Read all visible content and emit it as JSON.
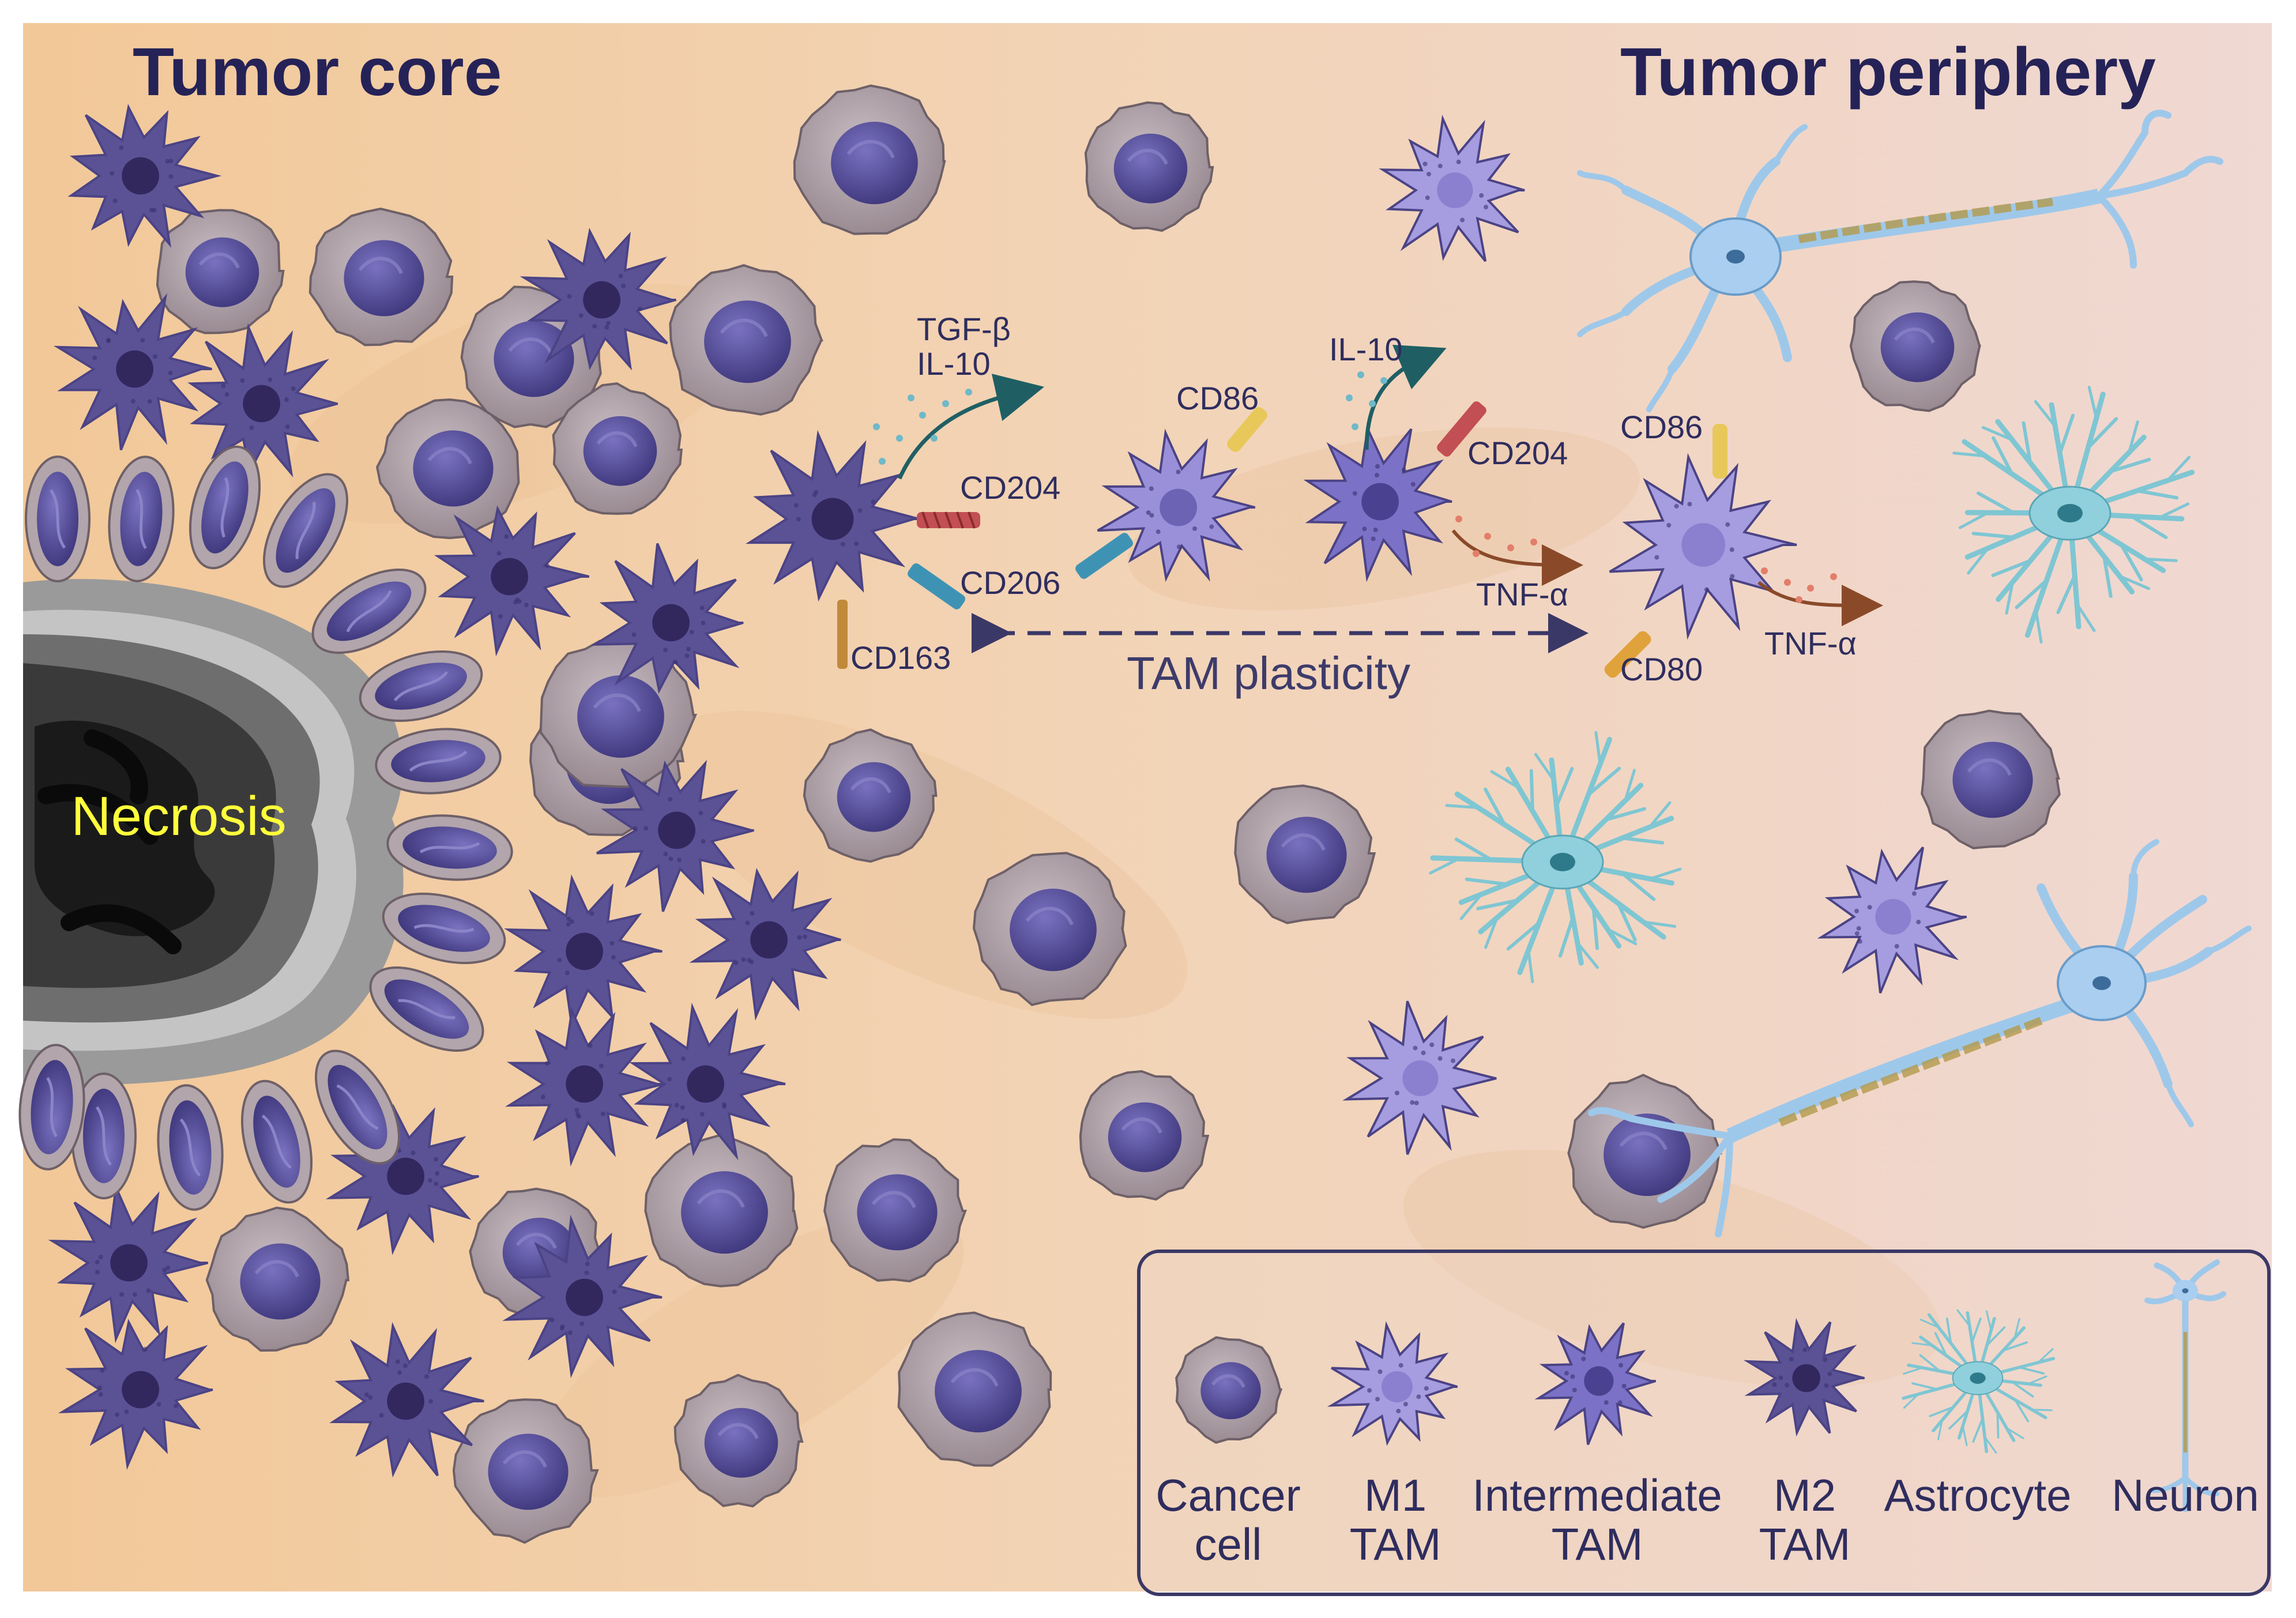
{
  "titles": {
    "core": "Tumor core",
    "periphery": "Tumor periphery"
  },
  "necrosis_label": "Necrosis",
  "plasticity_label": "TAM plasticity",
  "markers": {
    "m2_tgf": "TGF-β",
    "m2_il10": "IL-10",
    "m2_cd204": "CD204",
    "m2_cd206": "CD206",
    "m2_cd163": "CD163",
    "int_cd86": "CD86",
    "int_il10": "IL-10",
    "int_cd204": "CD204",
    "int_tnf": "TNF-α",
    "m1_cd86": "CD86",
    "m1_cd80": "CD80",
    "m1_tnf": "TNF-α"
  },
  "legend": {
    "items": [
      {
        "line1": "Cancer",
        "line2": "cell"
      },
      {
        "line1": "M1",
        "line2": "TAM"
      },
      {
        "line1": "Intermediate",
        "line2": "TAM"
      },
      {
        "line1": "M2",
        "line2": "TAM"
      },
      {
        "line1": "Astrocyte",
        "line2": ""
      },
      {
        "line1": "Neuron",
        "line2": ""
      }
    ]
  },
  "colors": {
    "background_left": "#f2c99a",
    "background_right": "#f1d8d2",
    "cancer_cell": "#b4a7ad",
    "nucleus": "#5d559e",
    "m1_tam": "#a69ce0",
    "intermediate_tam": "#7b72c7",
    "m2_tam": "#5b5296",
    "astrocyte": "#7fc6d3",
    "neuron": "#9ec8ea",
    "necrosis_text": "#ffff3c"
  }
}
